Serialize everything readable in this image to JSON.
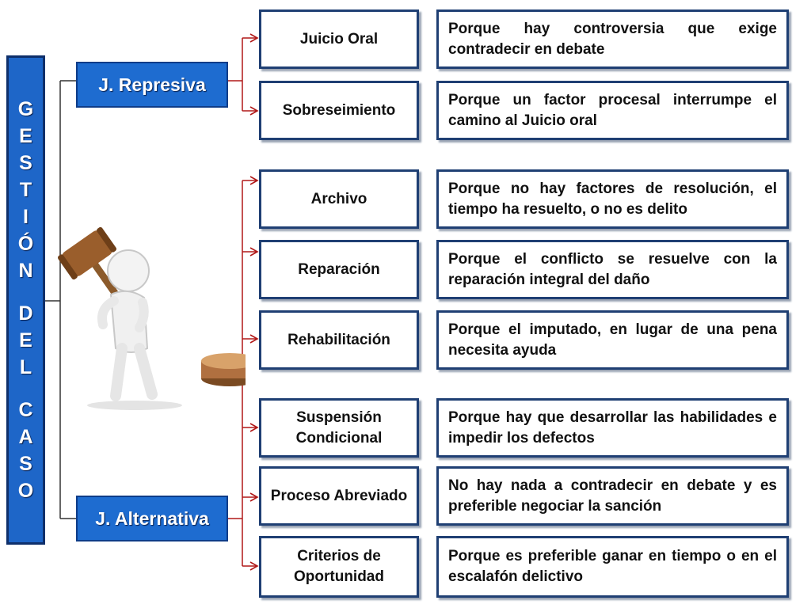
{
  "title": {
    "lines": [
      [
        "G",
        "E",
        "S",
        "T",
        "I",
        "Ó",
        "N"
      ],
      [
        "D",
        "E",
        "L"
      ],
      [
        "C",
        "A",
        "S",
        "O"
      ]
    ]
  },
  "branches": {
    "represiva": "J. Represiva",
    "alternativa": "J. Alternativa"
  },
  "options": [
    {
      "label": "Juicio Oral",
      "reason": "Porque hay controversia que exige contradecir en debate"
    },
    {
      "label": "Sobreseimiento",
      "reason": "Porque un factor procesal interrumpe el camino al Juicio oral"
    },
    {
      "label": "Archivo",
      "reason": "Porque no hay factores de resolución, el tiempo ha resuelto, o no es delito"
    },
    {
      "label": "Reparación",
      "reason": "Porque el conflicto se resuelve con la reparación integral del daño"
    },
    {
      "label": "Rehabilitación",
      "reason": "Porque el imputado, en lugar de una pena necesita ayuda"
    },
    {
      "label": "Suspensión Condicional",
      "reason": "Porque hay que desarrollar las habilidades e impedir los defectos"
    },
    {
      "label": "Proceso Abreviado",
      "reason": "No hay nada a contradecir en debate y es preferible negociar la sanción"
    },
    {
      "label": "Criterios de Oportunidad",
      "reason": "Porque es preferible ganar en tiempo o en el escalafón delictivo"
    }
  ],
  "colors": {
    "title_bar": "#1e66c8",
    "branch_box": "#1e6cd0",
    "box_border": "#1f3f73",
    "connector": "#b01818",
    "left_connector": "#333333"
  },
  "image": {
    "icon": "judge-gavel-figure-icon"
  }
}
